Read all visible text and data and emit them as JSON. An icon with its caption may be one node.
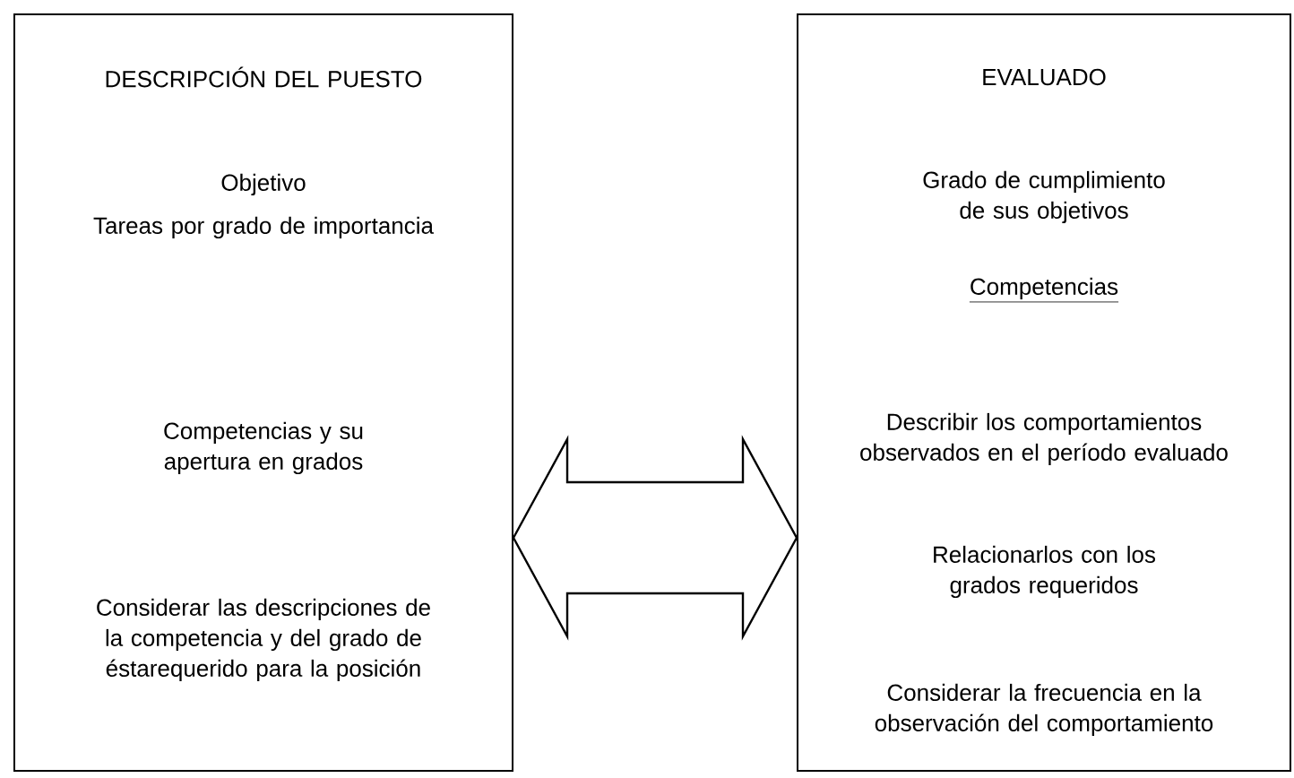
{
  "diagram": {
    "nodes": [
      {
        "text": [
          "DESCRIPCIÓN DEL PUESTO",
          "Objetivo",
          "Tareas por grado de importancia",
          "Competencias y su apertura en grados",
          "Considerar las descripciones de la competencia y del grado de éstarequerido para la posición"
        ]
      },
      {
        "text": [
          "EVALUADO",
          "Grado de cumplimiento de sus objetivos",
          "Competencias",
          "Describir los comportamientos observados en el período evaluado",
          "Relacionarlos con los grados requeridos",
          "Considerar la frecuencia en la observación del comportamiento"
        ]
      }
    ],
    "edges": [
      {
        "from": 0,
        "to": 1,
        "arrow": "both"
      }
    ]
  }
}
